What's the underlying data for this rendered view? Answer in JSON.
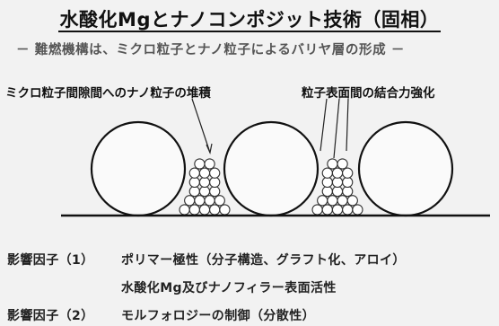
{
  "title": "水酸化Mgとナノコンポジット技術（固相）",
  "subtitle": "－ 難燃機構は、ミクロ粒子とナノ粒子によるバリヤ層の形成 －",
  "labels": {
    "left": "ミクロ粒子間隙間へのナノ粒子の堆積",
    "right": "粒子表面間の結合力強化"
  },
  "factors": [
    {
      "key": "影響因子（1）",
      "text": "ポリマー極性（分子構造、グラフト化、アロイ）"
    },
    {
      "key": "",
      "text": "水酸化Mg及びナノフィラー表面活性"
    },
    {
      "key": "影響因子（2）",
      "text": "モルフォロジーの制御（分散性）"
    }
  ]
}
